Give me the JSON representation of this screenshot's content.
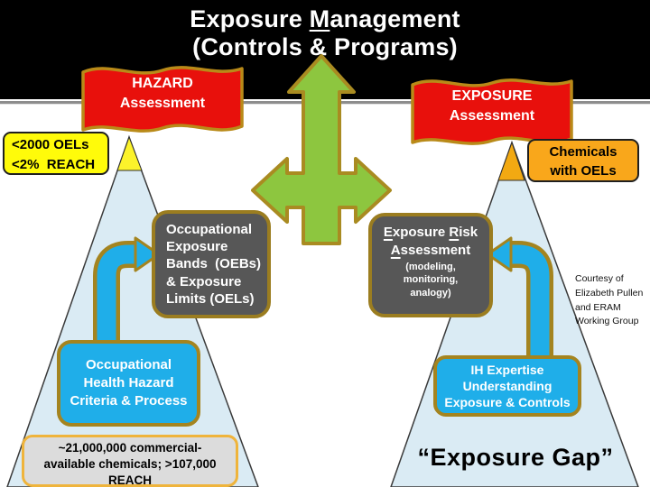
{
  "title": {
    "part1": "Exposure ",
    "underlined": "M",
    "part2": "anagement",
    "line2": "(Controls & Programs)"
  },
  "flags": {
    "left": {
      "line1": "HAZARD",
      "line2": "Assessment"
    },
    "right": {
      "line1": "EXPOSURE",
      "line2": "Assessment"
    }
  },
  "labels": {
    "left_yellow": "<2000 OELs\n<2%  REACH",
    "right_orange": "Chemicals\nwith OELs",
    "bottom_left": "~21,000,000 commercial-\navailable chemicals; >107,000\nREACH",
    "exposure_gap": "“Exposure Gap”",
    "courtesy": "Courtesy of\nElizabeth Pullen\nand ERAM\nWorking Group"
  },
  "boxes": {
    "oeb": {
      "text": "Occupational\nExposure\nBands  (OEBs)\n& Exposure\nLimits (OELs)"
    },
    "era": {
      "l1a": "E",
      "l1b": "xposure ",
      "l1c": "R",
      "l1d": "isk",
      "l2a": "A",
      "l2b": "ssessment",
      "sub": "(modeling,\nmonitoring,\nanalogy)"
    },
    "ohh": {
      "text": "Occupational\nHealth Hazard\nCriteria & Process"
    },
    "ih": {
      "text": "IH Expertise\nUnderstanding\nExposure & Controls"
    }
  },
  "colors": {
    "header_bg": "#000000",
    "flag_red": "#E8100C",
    "gold_border": "#9B7D20",
    "green_arrow": "#8DC63F",
    "cyan": "#1FAEE9",
    "pyramid_fill": "#DAEBF4",
    "yellow_label": "#FFFB0A",
    "orange_label": "#F9A71B",
    "gray_box": "#575757",
    "bottom_label_bg": "#DCDCDC"
  }
}
